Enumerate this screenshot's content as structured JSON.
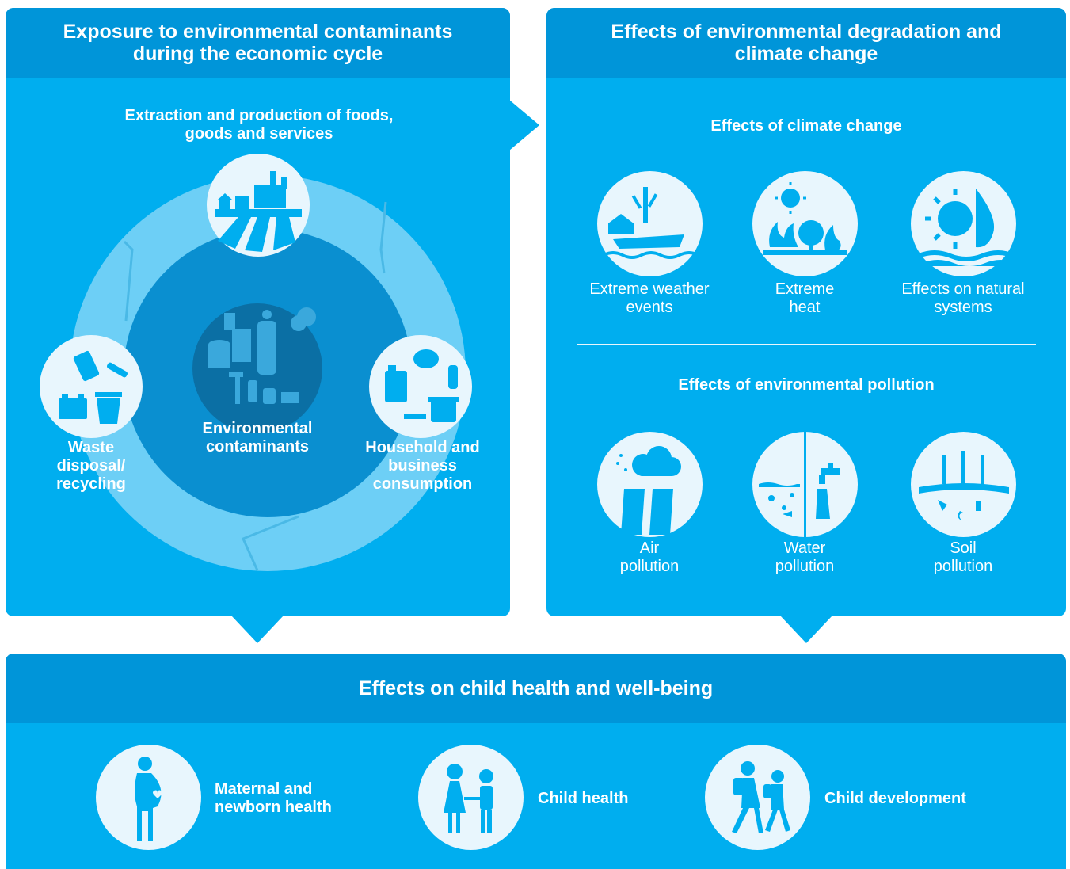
{
  "left_panel": {
    "title": "Exposure to environmental contaminants during the economic cycle",
    "stages": {
      "extraction": "Extraction and production of foods, goods and services",
      "consumption": "Household and business consumption",
      "waste": "Waste disposal/ recycling"
    },
    "center": "Environmental contaminants"
  },
  "right_panel": {
    "title": "Effects of environmental degradation and climate change",
    "climate": {
      "heading": "Effects of climate change",
      "items": [
        "Extreme weather events",
        "Extreme heat",
        "Effects on natural systems"
      ]
    },
    "pollution": {
      "heading": "Effects of environmental pollution",
      "items": [
        "Air pollution",
        "Water pollution",
        "Soil pollution"
      ]
    }
  },
  "bottom_panel": {
    "title": "Effects on child health and well-being",
    "items": [
      "Maternal and newborn health",
      "Child health",
      "Child development"
    ]
  },
  "colors": {
    "panel": "#00aeef",
    "header": "#0095d9",
    "ring": "#6dcff6",
    "inner": "#0a8fd0",
    "center": "#0b6fa4",
    "icon_bg": "#e8f6fd"
  }
}
